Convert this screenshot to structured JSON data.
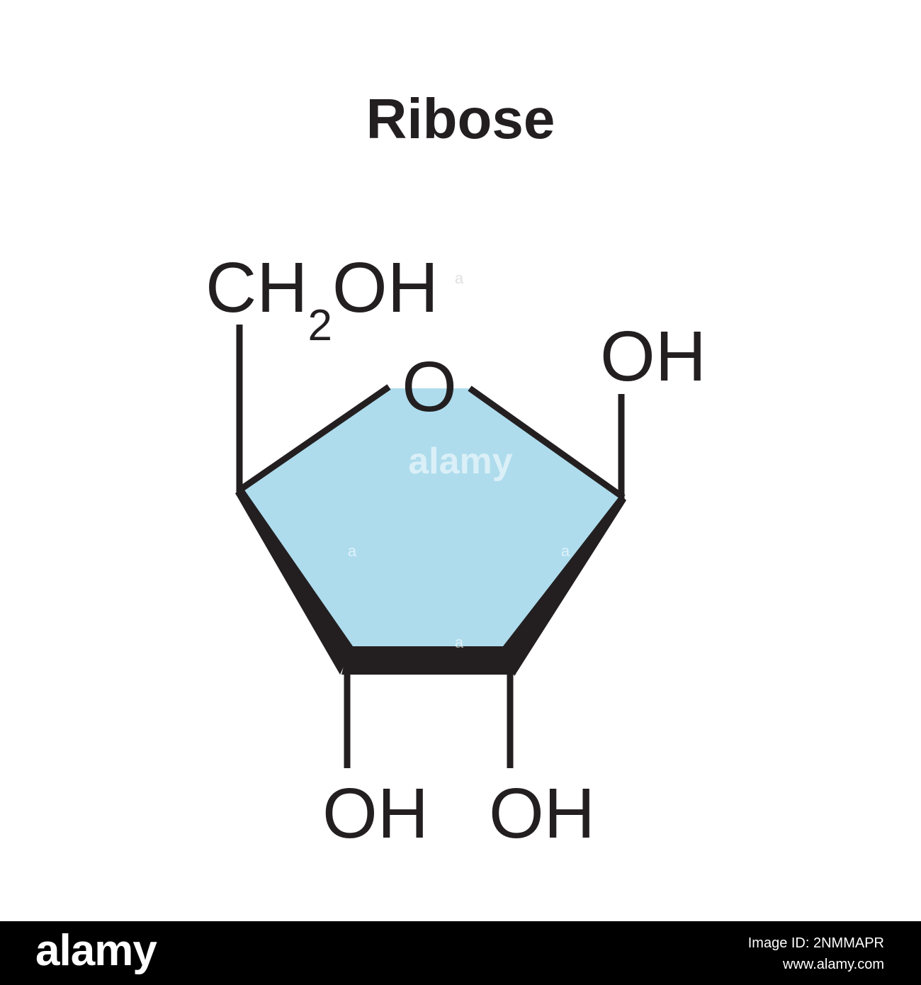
{
  "title": "Ribose",
  "molecule": {
    "ring_fill": "#aedced",
    "bond_color": "#231f20",
    "text_color": "#231f20",
    "ring_oxygen": "O",
    "substituents": {
      "ch2oh_c": "CH",
      "ch2oh_sub": "2",
      "ch2oh_oh": "OH",
      "top_right_oh": "OH",
      "bottom_left_oh": "OH",
      "bottom_right_oh": "OH"
    }
  },
  "watermark": {
    "center": "alamy",
    "marks": "a"
  },
  "footer": {
    "logo": "alamy",
    "image_id": "Image ID: 2NMMAPR",
    "url": "www.alamy.com"
  }
}
